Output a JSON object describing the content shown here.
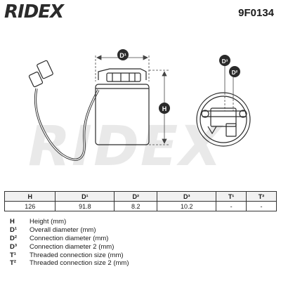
{
  "header": {
    "brand": "RIDEX",
    "part_number": "9F0134"
  },
  "drawing": {
    "watermark": "RIDEX",
    "dim_labels": {
      "d1": "D¹",
      "h": "H",
      "d3": "D³",
      "d2": "D²"
    }
  },
  "table": {
    "headers": [
      "H",
      "D¹",
      "D²",
      "D³",
      "T¹",
      "T²"
    ],
    "values": [
      "126",
      "91.8",
      "8.2",
      "10.2",
      "-",
      "-"
    ]
  },
  "legend": [
    {
      "symbol": "H",
      "desc": "Height (mm)"
    },
    {
      "symbol": "D¹",
      "desc": "Overall diameter (mm)"
    },
    {
      "symbol": "D²",
      "desc": "Connection diameter (mm)"
    },
    {
      "symbol": "D³",
      "desc": "Connection diameter 2 (mm)"
    },
    {
      "symbol": "T¹",
      "desc": "Threaded connection size (mm)"
    },
    {
      "symbol": "T²",
      "desc": "Threaded connection size 2 (mm)"
    }
  ]
}
